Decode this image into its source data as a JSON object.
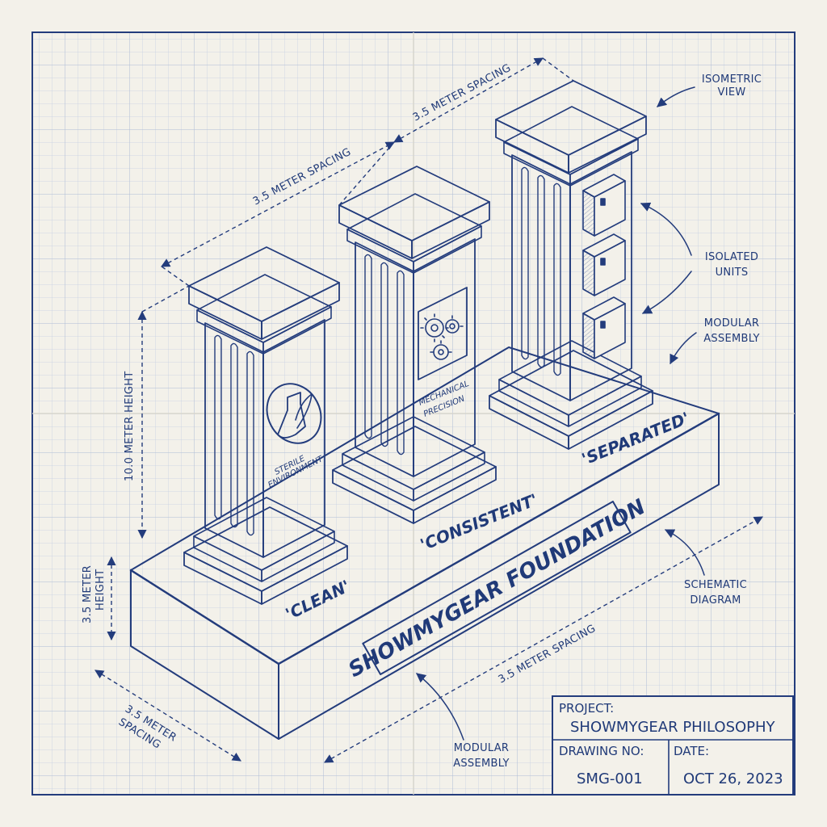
{
  "colors": {
    "paper": "#f3f1ea",
    "ink": "#233c7c",
    "grid": "#c3cee0"
  },
  "dimensions": {
    "spacing_top_left": "3.5 METER SPACING",
    "spacing_top_right": "3.5 METER SPACING",
    "pillar_height": "10.0 METER HEIGHT",
    "base_height_line1": "3.5 METER",
    "base_height_line2": "HEIGHT",
    "base_depth_line1": "3.5 METER",
    "base_depth_line2": "SPACING",
    "base_length": "3.5 METER SPACING"
  },
  "callouts": {
    "isometric_line1": "ISOMETRIC",
    "isometric_line2": "VIEW",
    "isolated_line1": "ISOLATED",
    "isolated_line2": "UNITS",
    "modular_line1": "MODULAR",
    "modular_line2": "ASSEMBLY",
    "schematic_line1": "SCHEMATIC",
    "schematic_line2": "DIAGRAM",
    "modular_bottom_line1": "MODULAR",
    "modular_bottom_line2": "ASSEMBLY"
  },
  "pillars": {
    "left_word": "'CLEAN'",
    "left_label_line1": "STERILE",
    "left_label_line2": "ENVIRONMENT",
    "left_icon": "flask-leaf-icon",
    "middle_word": "'CONSISTENT'",
    "middle_label_line1": "MECHANICAL",
    "middle_label_line2": "PRECISION",
    "middle_icon": "gears-icon",
    "right_word": "'SEPARATED'",
    "right_icon": "cabinet-box-icon"
  },
  "foundation_label": "SHOWMYGEAR FOUNDATION",
  "title_block": {
    "project_label": "PROJECT:",
    "project_value": "SHOWMYGEAR PHILOSOPHY",
    "drawing_label": "DRAWING NO:",
    "drawing_value": "SMG-001",
    "date_label": "DATE:",
    "date_value": "OCT 26, 2023"
  }
}
